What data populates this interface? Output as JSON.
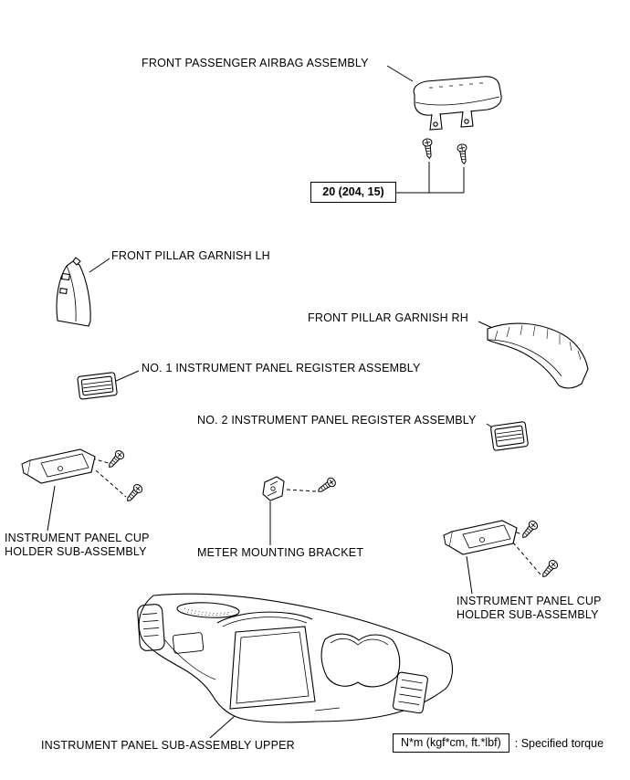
{
  "colors": {
    "line": "#000000",
    "background": "#ffffff"
  },
  "parts": {
    "airbag": {
      "label": "FRONT PASSENGER AIRBAG ASSEMBLY",
      "torque_spec": "20 (204, 15)"
    },
    "pillar_garnish_lh": {
      "label": "FRONT PILLAR GARNISH LH"
    },
    "pillar_garnish_rh": {
      "label": "FRONT PILLAR GARNISH RH"
    },
    "register_no1": {
      "label": "NO. 1 INSTRUMENT PANEL REGISTER ASSEMBLY"
    },
    "register_no2": {
      "label": "NO. 2 INSTRUMENT PANEL REGISTER ASSEMBLY"
    },
    "cup_holder_left": {
      "label_line1": "INSTRUMENT PANEL CUP",
      "label_line2": "HOLDER SUB-ASSEMBLY"
    },
    "meter_bracket": {
      "label": "METER MOUNTING BRACKET"
    },
    "cup_holder_right": {
      "label_line1": "INSTRUMENT PANEL CUP",
      "label_line2": "HOLDER SUB-ASSEMBLY"
    },
    "panel_upper": {
      "label": "INSTRUMENT PANEL SUB-ASSEMBLY UPPER"
    }
  },
  "legend": {
    "unit_box": "N*m (kgf*cm, ft.*lbf)",
    "description": ": Specified torque"
  }
}
